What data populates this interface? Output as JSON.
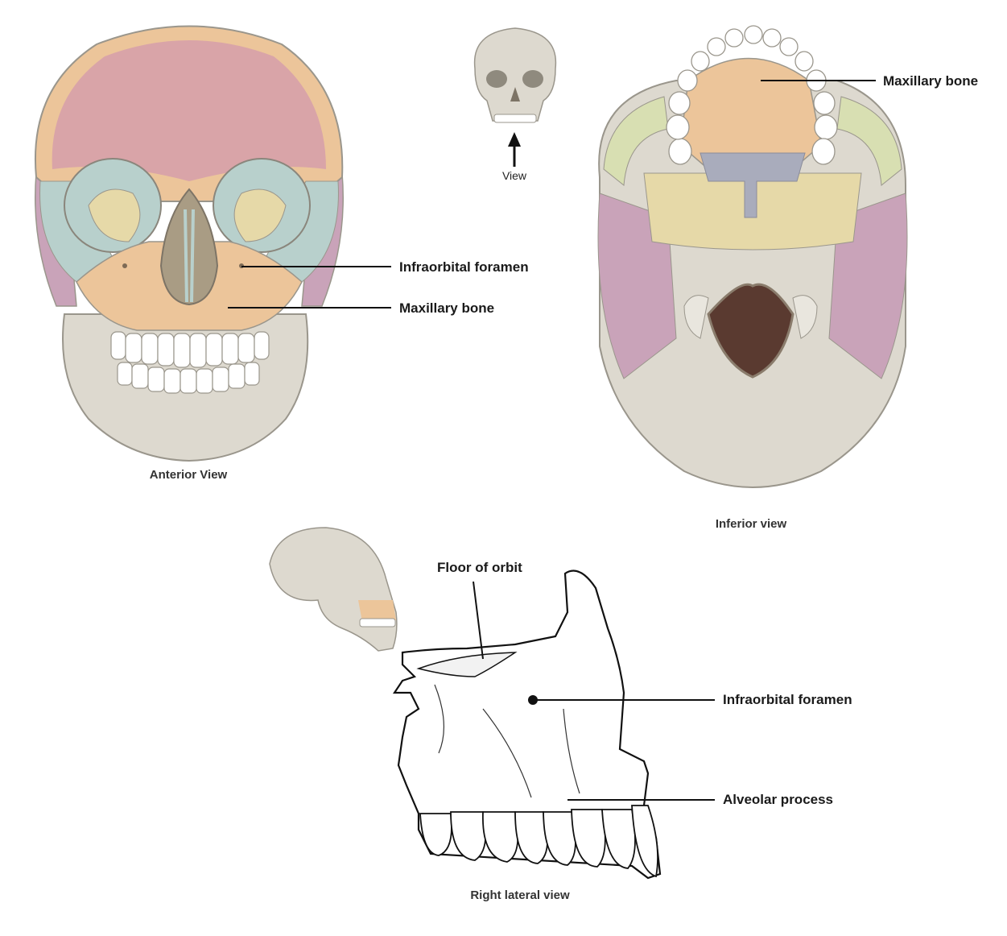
{
  "views": {
    "anterior": {
      "caption": "Anterior View",
      "labels": [
        "Infraorbital foramen",
        "Maxillary bone"
      ]
    },
    "view_indicator": {
      "label": "View"
    },
    "inferior": {
      "caption": "Inferior view",
      "labels": [
        "Maxillary bone"
      ]
    },
    "lateral": {
      "caption": "Right lateral view",
      "labels": [
        "Floor of orbit",
        "Infraorbital foramen",
        "Alveolar process"
      ]
    }
  },
  "colors": {
    "frontal": "#d9a4a8",
    "maxilla": "#ecc59a",
    "zygomatic": "#b8d0cc",
    "sphenoid": "#e6d9a8",
    "temporal": "#c9a3b9",
    "skull_base": "#ddd9cf",
    "outline": "#9a968c",
    "palatine_vomer": "#a9acbc",
    "temporal_arch": "#d8dfb2",
    "foramen_magnum": "#5a3a30"
  }
}
